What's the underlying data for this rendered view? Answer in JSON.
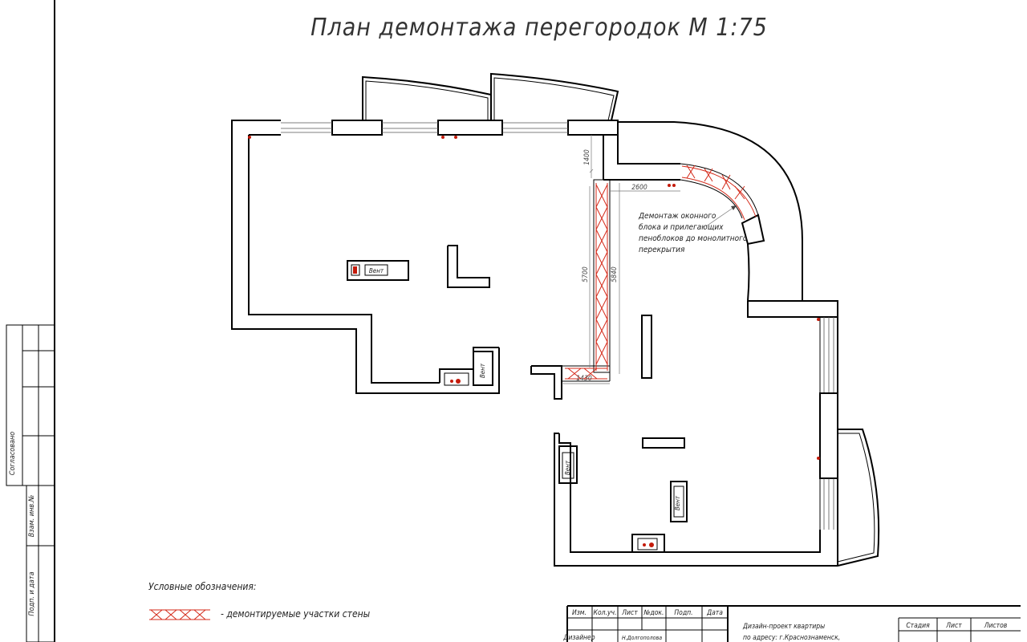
{
  "title": "План демонтажа перегородок М 1:75",
  "callout": {
    "lines": [
      "Демонтаж оконного",
      "блока и прилегающих",
      "пеноблоков до монолитного",
      "перекрытия"
    ]
  },
  "dimensions": {
    "d1400": "1400",
    "d2600": "2600",
    "d5700": "5700",
    "d5840": "5840",
    "d1430": "1430"
  },
  "vent_label": "Вент",
  "legend": {
    "heading": "Условные обозначения:",
    "item": "- демонтируемые участки стены"
  },
  "side_stamp": {
    "approved": "Согласовано",
    "replace_inv": "Взам. инв.№",
    "sign_date": "Подп. и дата"
  },
  "title_block": {
    "headers": [
      "Изм.",
      "Кол.уч.",
      "Лист",
      "№док.",
      "Подп.",
      "Дата"
    ],
    "role": "Дизайнер",
    "person": "Н.Долгополова",
    "project_line1": "Дизайн-проект квартиры",
    "project_line2": "по адресу: г.Краснознаменск,",
    "stage": "Стадия",
    "sheet": "Лист",
    "sheets": "Листов"
  },
  "colors": {
    "demolition": "#d42a1a",
    "wall": "#000000"
  }
}
